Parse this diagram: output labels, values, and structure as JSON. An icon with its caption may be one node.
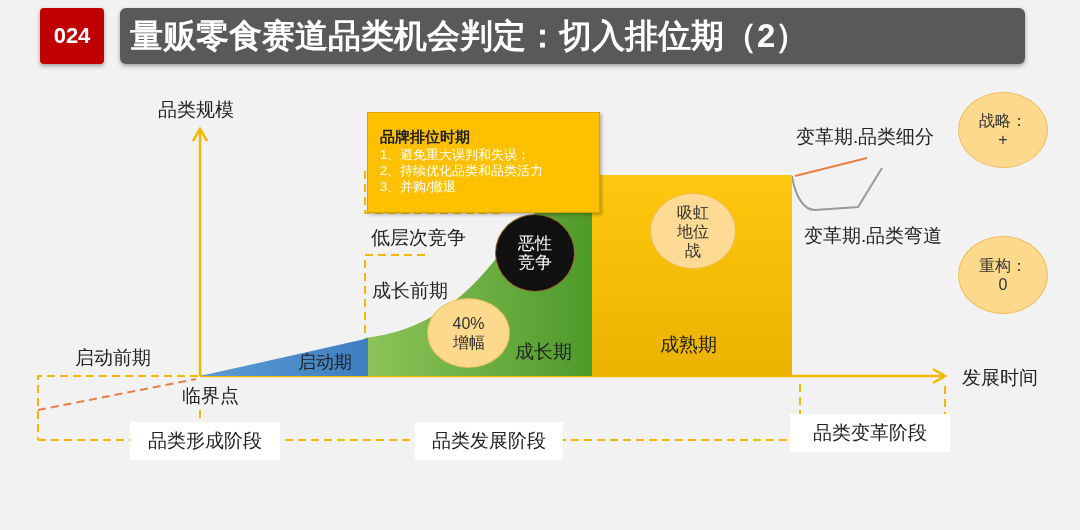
{
  "diagram": {
    "title": "量贩零食赛道品类机会判定：切入排位期（2）",
    "nodes": [
      {
        "text": [
          "品牌排位时期",
          "1、避免重大误判和失误；",
          "2、持续优化品类和品类活力",
          "3、并购/撤退"
        ]
      },
      {
        "text": [
          "战略：+"
        ]
      },
      {
        "text": [
          "成熟期"
        ]
      },
      {
        "text": [
          "吸虹地位战"
        ],
        "in": 2
      },
      {
        "text": [
          "重构：0"
        ]
      },
      {
        "text": [
          "成长期"
        ]
      },
      {
        "text": [
          "恶性竞争"
        ],
        "in": 5
      },
      {
        "text": [
          "40%增幅"
        ],
        "in": 5
      },
      {
        "text": [
          "启动期"
        ]
      },
      {
        "text": [
          "品类形成阶段"
        ]
      },
      {
        "text": [
          "品类发展阶段"
        ]
      },
      {
        "text": [
          "品类变革阶段"
        ]
      }
    ],
    "labels": [
      "024",
      "品类规模",
      "变革期.品类细分",
      "低层次竞争",
      "变革期.品类弯道",
      "成长前期",
      "启动前期",
      "发展时间",
      "临界点"
    ]
  }
}
